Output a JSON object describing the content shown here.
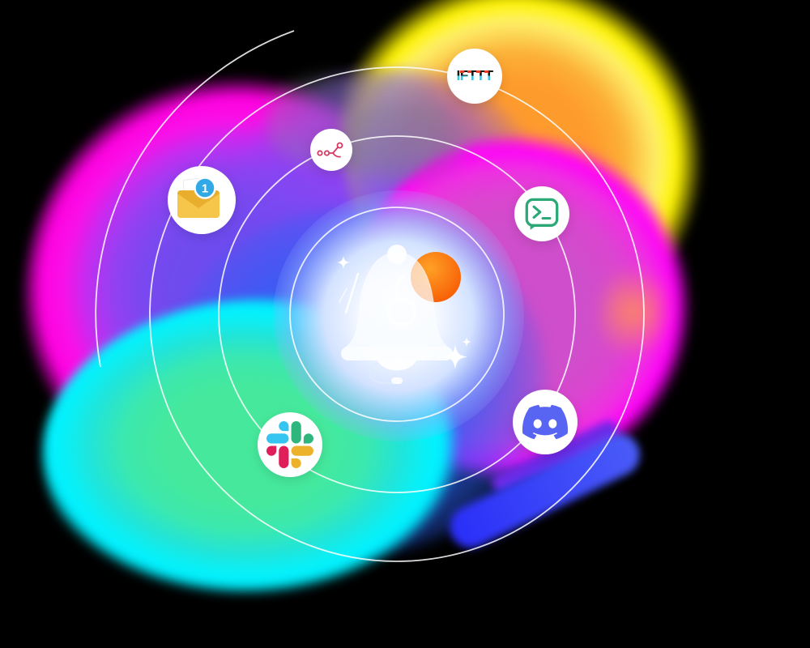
{
  "illustration": {
    "type": "integration-orbit-diagram",
    "center_icon": "notification-bell",
    "orbit_ring_count": 4,
    "satellites": [
      {
        "id": "share",
        "icon": "share-nodes-icon"
      },
      {
        "id": "email",
        "icon": "email-envelope-icon",
        "badge_count": "1"
      },
      {
        "id": "ifttt",
        "icon": "ifttt-logo",
        "label": "IFTTT"
      },
      {
        "id": "terminal",
        "icon": "terminal-console-icon"
      },
      {
        "id": "discord",
        "icon": "discord-logo"
      },
      {
        "id": "slack",
        "icon": "slack-logo"
      }
    ]
  },
  "colors": {
    "canvas_bg": "#000000",
    "orbit_ring": "#ffffff",
    "discord": "#5865f2",
    "slack_blue": "#36c5f0",
    "slack_green": "#2eb67d",
    "slack_red": "#e01e5a",
    "slack_yellow": "#ecb22c",
    "terminal_green": "#2ba876",
    "share_red": "#d63a63",
    "badge_blue": "#31a9e6",
    "envelope_yellow": "#f6c64b",
    "envelope_dark": "#eaae2f",
    "notification_orange": "#f8630c",
    "ifttt_dark": "#161616",
    "ifttt_cyan": "#39c3e6",
    "ifttt_red": "#e93f22",
    "blob_magenta": "#ff00e0",
    "blob_yellow": "#fff500",
    "blob_pink": "#ff00fa",
    "blob_cyan": "#00f0ff"
  }
}
